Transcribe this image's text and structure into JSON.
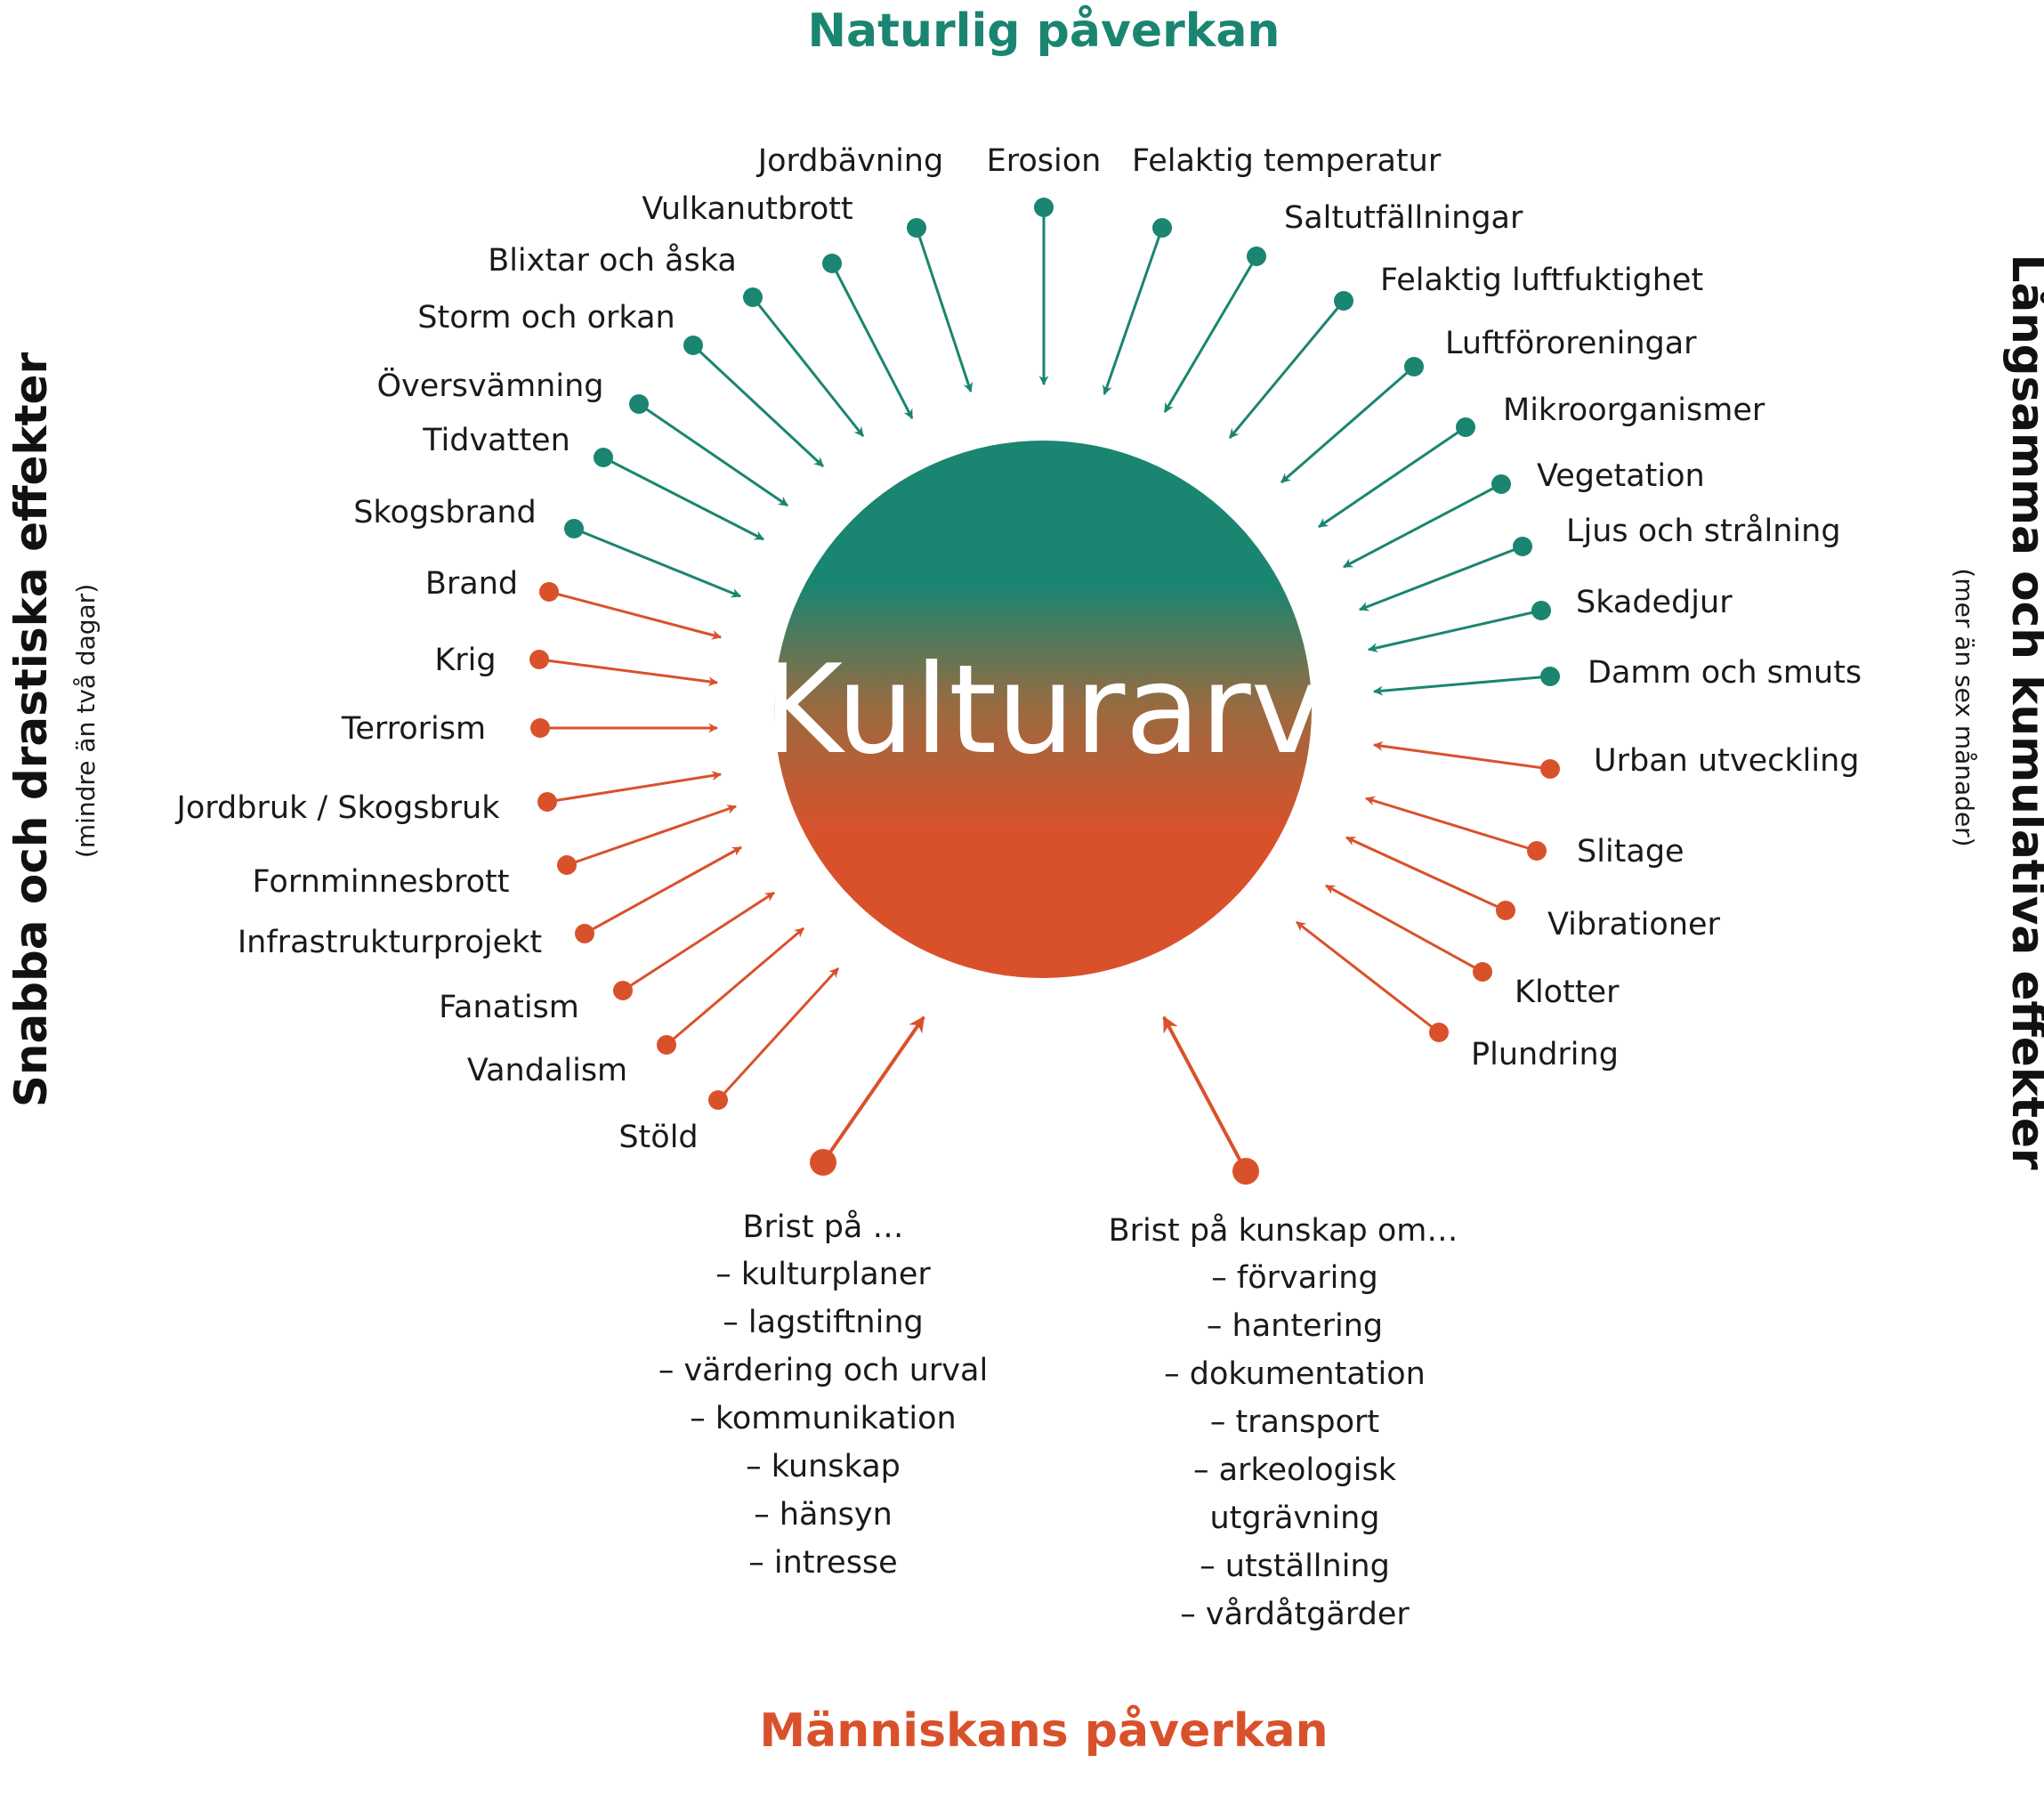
{
  "colors": {
    "natural": "#1a8570",
    "human": "#d9512b",
    "text": "#1a1a1a"
  },
  "titles": {
    "top": "Naturlig påverkan",
    "bottom": "Människans påverkan"
  },
  "center": {
    "label": "Kulturarv"
  },
  "axes": {
    "left": {
      "label": "Snabba och drastiska effekter",
      "sub": "(mindre än två dagar)"
    },
    "right": {
      "label": "Långsamma och kumulativa effekter",
      "sub": "(mer än sex månader)"
    }
  },
  "natural_factors": [
    "Jordbävning",
    "Erosion",
    "Felaktig temperatur",
    "Vulkanutbrott",
    "Saltutfällningar",
    "Blixtar och åska",
    "Felaktig luftfuktighet",
    "Storm och orkan",
    "Luftföroreningar",
    "Översvämning",
    "Mikroorganismer",
    "Tidvatten",
    "Vegetation",
    "Skogsbrand",
    "Ljus och strålning",
    "Skadedjur",
    "Damm och smuts"
  ],
  "human_factors": [
    "Brand",
    "Krig",
    "Terrorism",
    "Jordbruk / Skogsbruk",
    "Fornminnesbrott",
    "Infrastrukturprojekt",
    "Fanatism",
    "Vandalism",
    "Stöld",
    "Urban utveckling",
    "Slitage",
    "Vibrationer",
    "Klotter",
    "Plundring"
  ],
  "lack_of": {
    "heading": "Brist på …",
    "items": [
      "– kulturplaner",
      "– lagstiftning",
      "– värdering och urval",
      "– kommunikation",
      "– kunskap",
      "– hänsyn",
      "– intresse"
    ]
  },
  "lack_of_knowledge": {
    "heading": "Brist på kunskap om…",
    "items": [
      "– förvaring",
      "– hantering",
      "– dokumentation",
      "– transport",
      "– arkeologisk",
      "utgrävning",
      "– utställning",
      "– vårdåtgärder"
    ]
  }
}
